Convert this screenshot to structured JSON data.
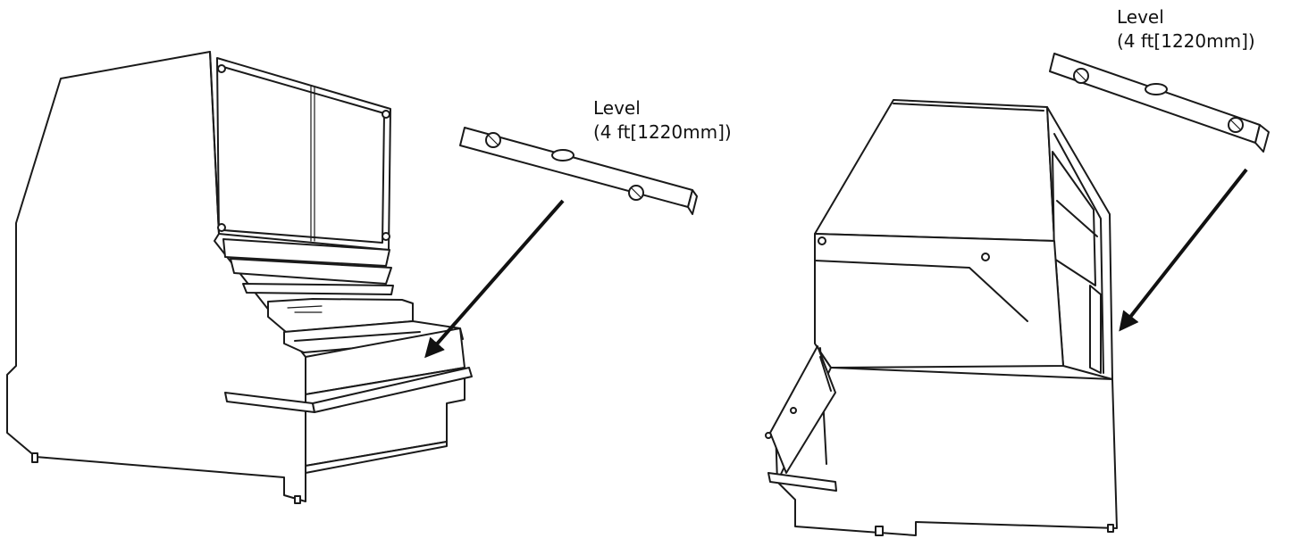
{
  "labels": {
    "level_left": {
      "line1": "Level",
      "line2": "(4 ft[1220mm])"
    },
    "level_right": {
      "line1": "Level",
      "line2": "(4 ft[1220mm])"
    }
  },
  "colors": {
    "line": "#1a1a1a",
    "background": "#ffffff",
    "arrow": "#111111"
  },
  "icons": {
    "arrow": "arrow-icon",
    "level": "level-tool-icon"
  }
}
